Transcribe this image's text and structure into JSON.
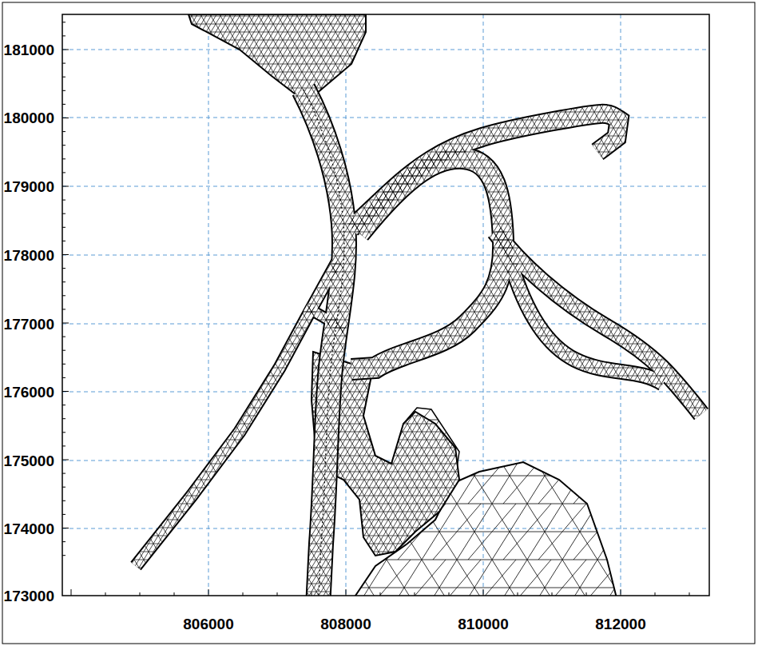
{
  "diagram": {
    "labels": [
      "181000",
      "180000",
      "179000",
      "178000",
      "177000",
      "176000",
      "175000",
      "174000",
      "173000",
      "806000",
      "808000",
      "810000",
      "812000"
    ]
  }
}
